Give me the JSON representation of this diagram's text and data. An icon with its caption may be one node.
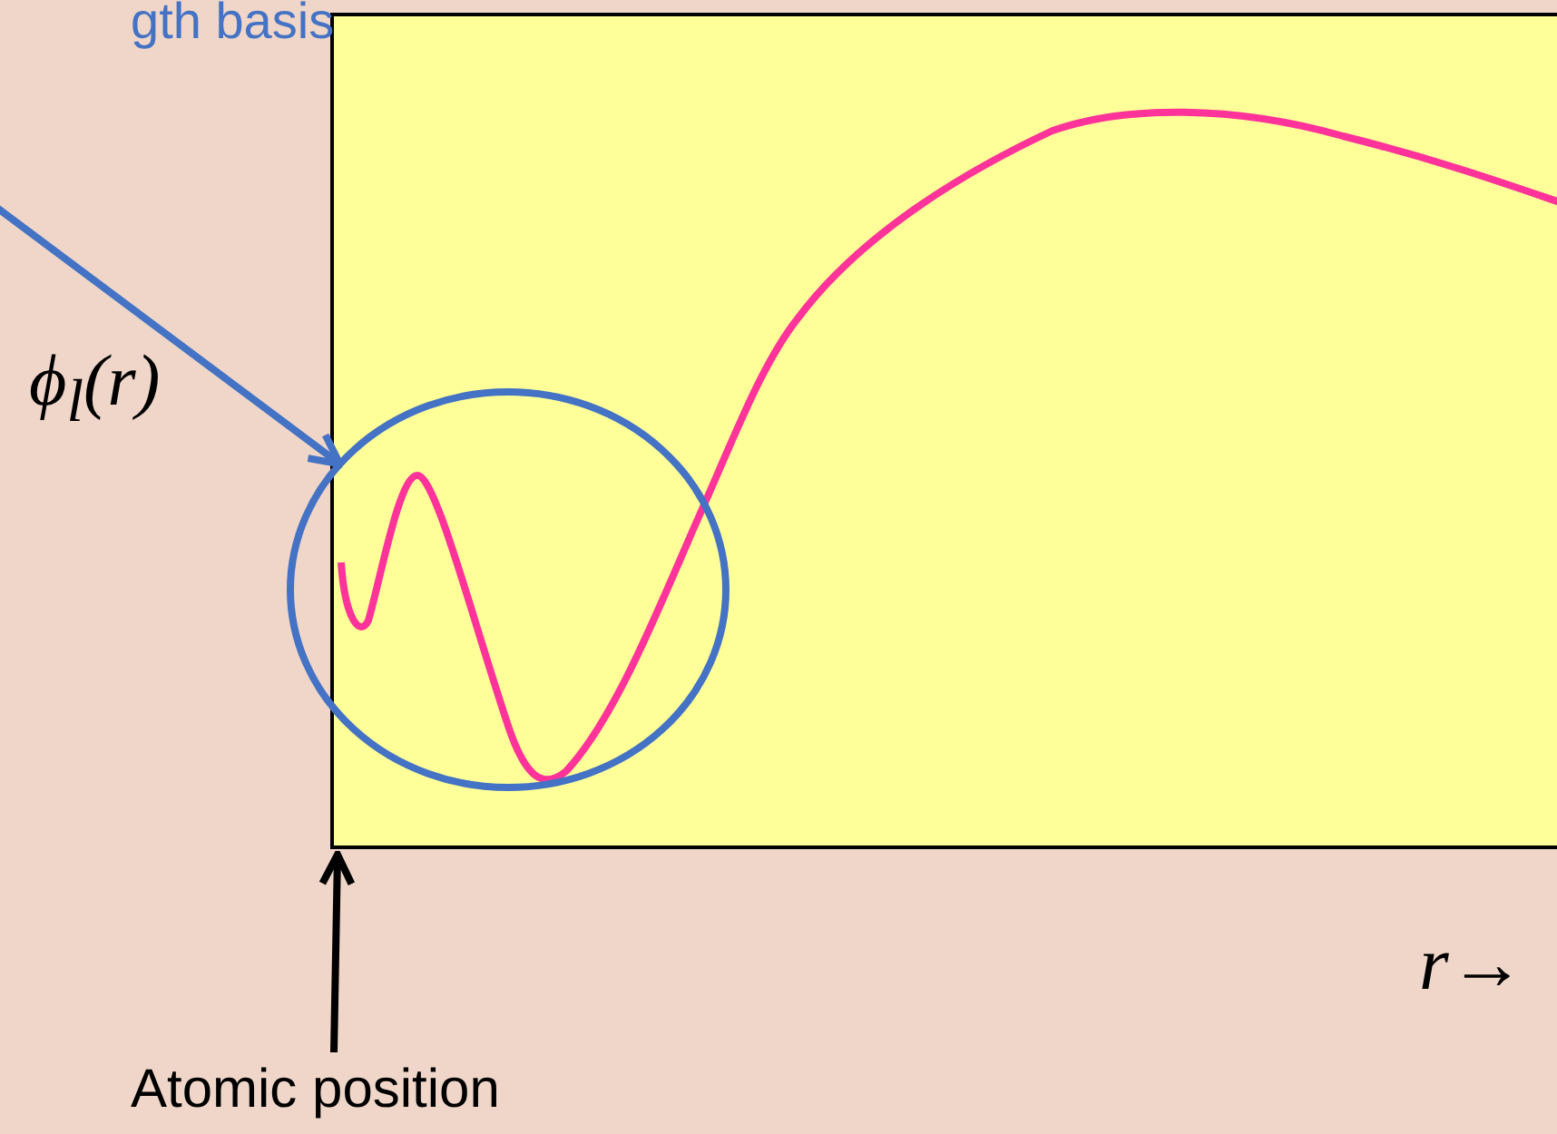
{
  "diagram": {
    "nodes": [
      {
        "text": [],
        "shape": "circle"
      },
      {
        "text": [
          "Atomic position"
        ]
      }
    ],
    "edges": [
      {
        "from": null,
        "to": 0,
        "arrow": "to",
        "color": "#4472c4"
      },
      {
        "from": 1,
        "to": null,
        "arrow": "to",
        "color": "#000000"
      }
    ],
    "labels": [
      "gth basis",
      "ϕ$_{l}$(r)",
      "r→"
    ]
  }
}
